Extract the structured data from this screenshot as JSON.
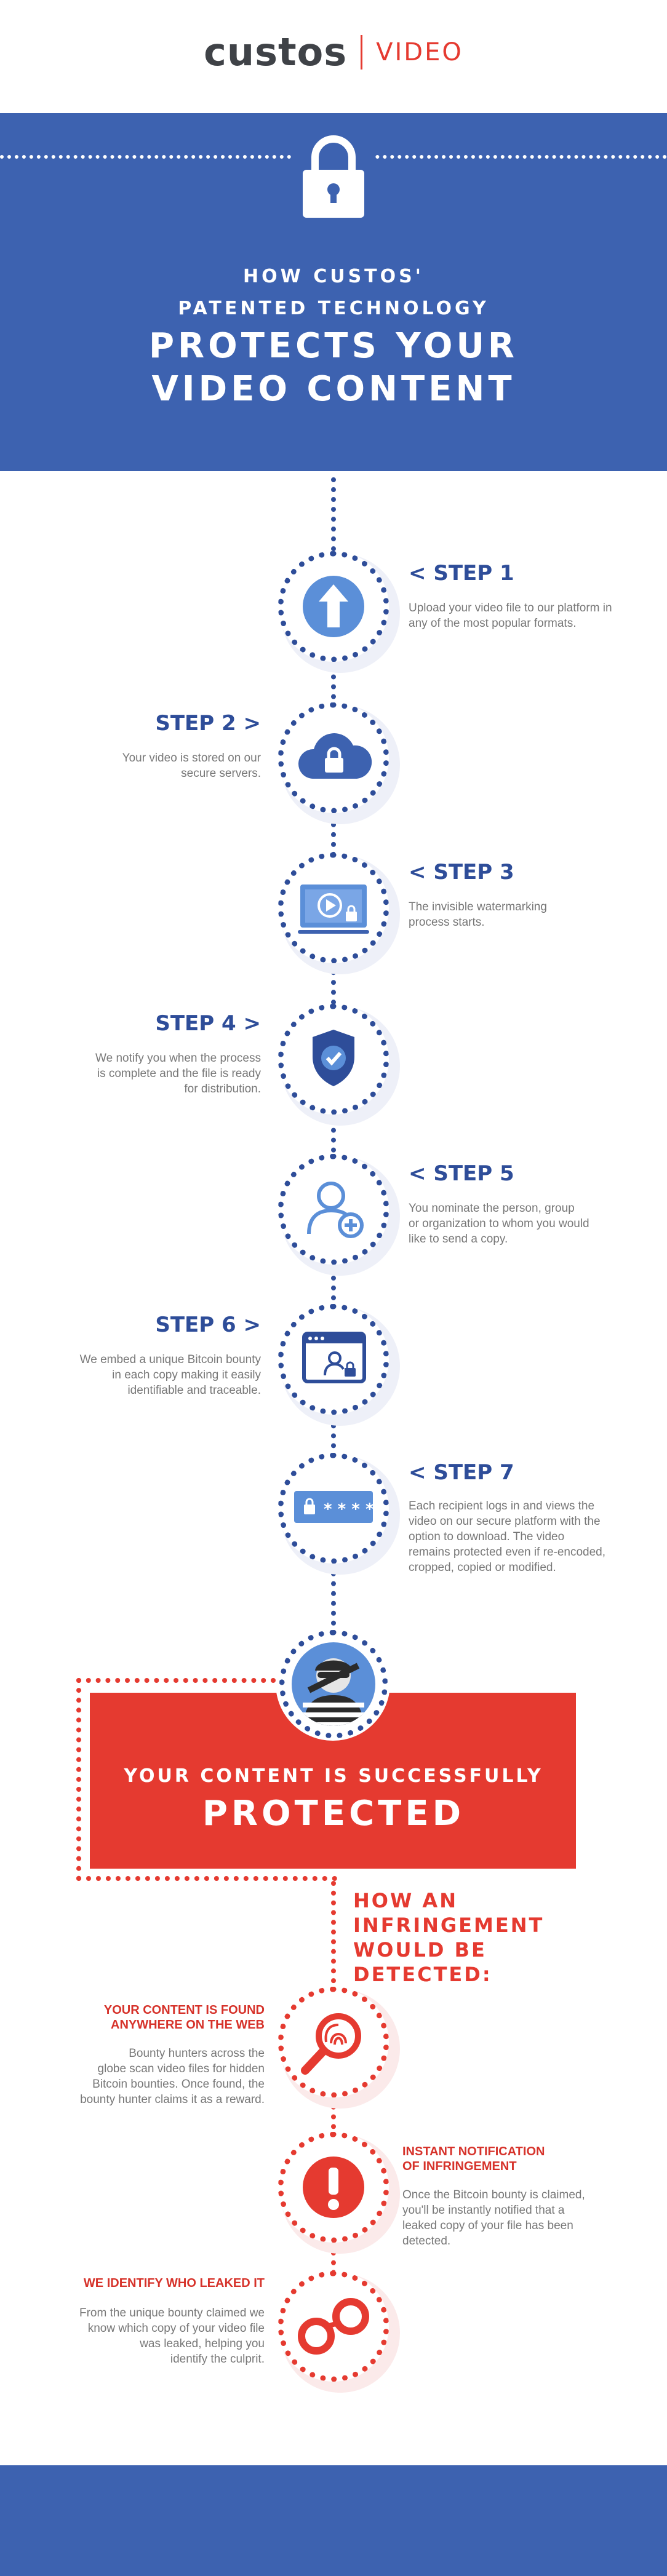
{
  "header": {
    "logo_word": "custos",
    "logo_sub": "VIDEO"
  },
  "hero": {
    "line1": "HOW CUSTOS'",
    "line2": "PATENTED TECHNOLOGY",
    "line3": "PROTECTS YOUR",
    "line4": "VIDEO CONTENT"
  },
  "steps": [
    {
      "title": "< STEP 1",
      "text": [
        "Upload your video file to our platform in",
        "any of the most popular formats."
      ],
      "icon": "upload-arrow-icon"
    },
    {
      "title": "STEP 2 >",
      "text": [
        "Your video is stored on our",
        "secure servers."
      ],
      "icon": "cloud-lock-icon"
    },
    {
      "title": "< STEP 3",
      "text": [
        "The invisible watermarking",
        "process starts."
      ],
      "icon": "video-watermark-icon"
    },
    {
      "title": "STEP 4 >",
      "text": [
        "We notify you when the process",
        "is complete and the file is ready",
        "for distribution."
      ],
      "icon": "shield-check-icon"
    },
    {
      "title": "< STEP 5",
      "text": [
        "You nominate the person, group",
        "or organization to whom you would",
        "like to send a copy."
      ],
      "icon": "add-user-icon"
    },
    {
      "title": "STEP 6 >",
      "text": [
        "We embed a unique Bitcoin bounty",
        "in each copy making it easily",
        "identifiable and traceable."
      ],
      "icon": "browser-user-lock-icon"
    },
    {
      "title": "< STEP 7",
      "text": [
        "Each recipient logs in and views the",
        "video on our secure platform with the",
        "option to download. The video",
        "remains protected even if re-encoded,",
        "cropped, copied or modified."
      ],
      "icon": "password-field-icon"
    }
  ],
  "protected": {
    "line1": "YOUR CONTENT IS SUCCESSFULLY",
    "line2": "PROTECTED"
  },
  "infringement": {
    "heading": [
      "HOW AN",
      "INFRINGEMENT",
      "WOULD BE",
      "DETECTED:"
    ],
    "items": [
      {
        "title": [
          "YOUR CONTENT IS FOUND",
          "ANYWHERE ON THE WEB"
        ],
        "text": [
          "Bounty hunters across the",
          "globe scan video files for hidden",
          "Bitcoin bounties. Once found, the",
          "bounty hunter claims it as a reward."
        ],
        "icon": "magnifier-fingerprint-icon"
      },
      {
        "title": [
          "INSTANT NOTIFICATION",
          "OF INFRINGEMENT"
        ],
        "text": [
          "Once the Bitcoin bounty is claimed,",
          "you'll be instantly notified that a",
          "leaked copy of your file has been",
          "detected."
        ],
        "icon": "exclamation-icon"
      },
      {
        "title": [
          "WE IDENTIFY WHO LEAKED IT"
        ],
        "text": [
          "From the unique bounty claimed we",
          "know which copy of your video file",
          "was leaked, helping you",
          "identify the culprit."
        ],
        "icon": "handcuffs-icon"
      }
    ]
  },
  "colors": {
    "brand_blue": "#3d62b0",
    "dark_blue": "#2e4d99",
    "brand_red": "#e53a30"
  }
}
